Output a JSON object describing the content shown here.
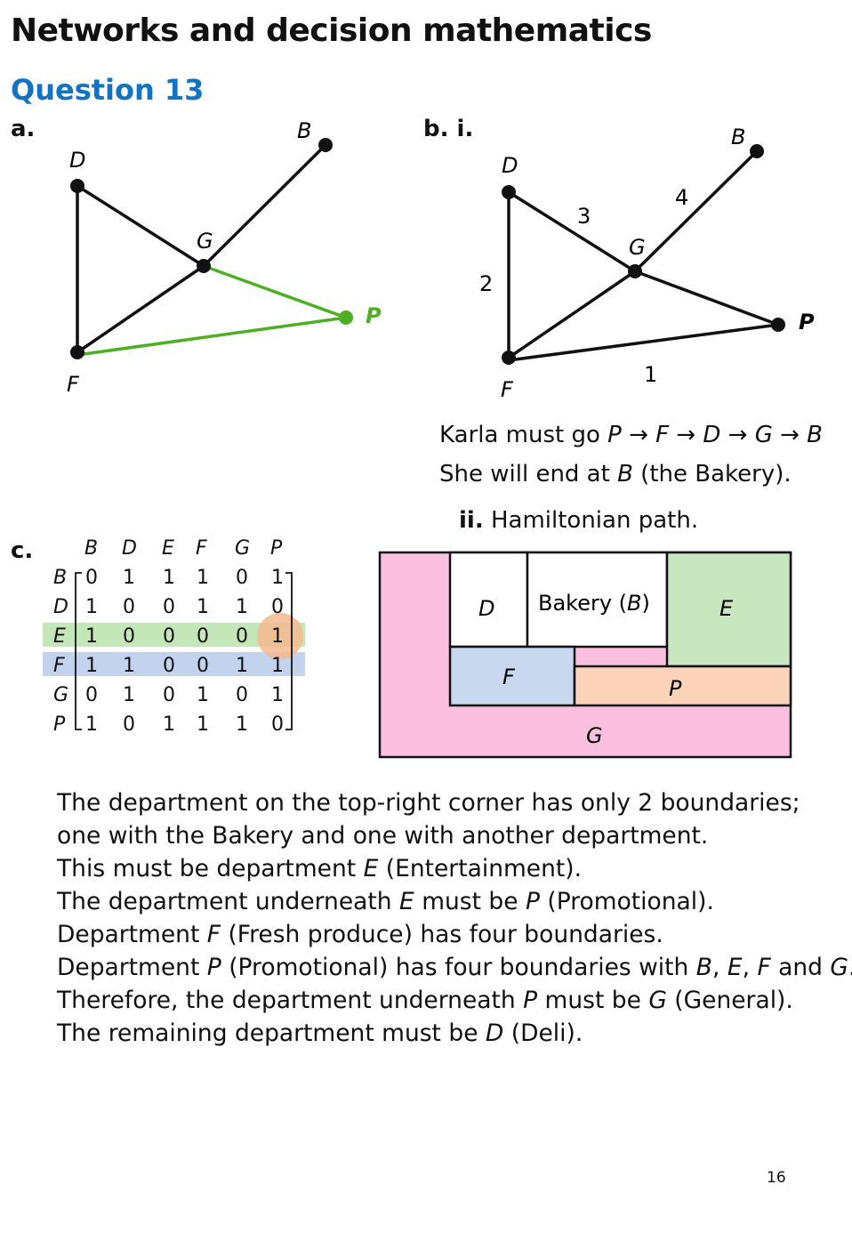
{
  "page_title": "Networks and decision mathematics",
  "question_title": "Question 13",
  "parts": {
    "a": "a.",
    "b": "b. i.",
    "c": "c.",
    "ii": "ii."
  },
  "graph_a": {
    "vertices": {
      "B": "B",
      "D": "D",
      "G": "G",
      "P": "P",
      "F": "F"
    },
    "colors": {
      "edge": "#111111",
      "highlight": "#4caf24",
      "vertex": "#111111"
    }
  },
  "graph_b": {
    "vertices": {
      "B": "B",
      "D": "D",
      "G": "G",
      "P": "P",
      "F": "F"
    },
    "weights": {
      "DG": "3",
      "GB": "4",
      "DF": "2",
      "FP": "1"
    }
  },
  "route": {
    "prefix": "Karla must go ",
    "path": "P → F → D → G → B",
    "line2_before": "She will end at ",
    "line2_vertex": "B",
    "line2_after": " (the Bakery)."
  },
  "part_ii_text": "Hamiltonian path.",
  "matrix": {
    "col_labels": [
      "B",
      "D",
      "E",
      "F",
      "G",
      "P"
    ],
    "row_labels": [
      "B",
      "D",
      "E",
      "F",
      "G",
      "P"
    ],
    "rows": [
      [
        "0",
        "1",
        "1",
        "1",
        "0",
        "1"
      ],
      [
        "1",
        "0",
        "0",
        "1",
        "1",
        "0"
      ],
      [
        "1",
        "0",
        "0",
        "0",
        "0",
        "1"
      ],
      [
        "1",
        "1",
        "0",
        "0",
        "1",
        "1"
      ],
      [
        "0",
        "1",
        "0",
        "1",
        "0",
        "1"
      ],
      [
        "1",
        "0",
        "1",
        "1",
        "1",
        "0"
      ]
    ],
    "highlight_colors": {
      "E_row": "#c5e6b8",
      "F_row": "#c3d3ee",
      "circle": "#f4b98f"
    }
  },
  "floor_plan": {
    "regions": {
      "D": "D",
      "Bakery": "Bakery (B)",
      "Bakery_before": "Bakery (",
      "Bakery_vertex": "B",
      "Bakery_after": ")",
      "E": "E",
      "F": "F",
      "P": "P",
      "G": "G"
    },
    "colors": {
      "G": "#fbc0df",
      "E": "#c8e6bf",
      "F": "#c9d8ef",
      "P": "#fbd3b8",
      "D": "#ffffff",
      "Bakery": "#ffffff"
    }
  },
  "explanation": [
    {
      "parts": [
        "The department on the top-right corner has only 2 boundaries;"
      ]
    },
    {
      "parts": [
        "one with the Bakery and one with another department."
      ]
    },
    {
      "parts": [
        "This must be department ",
        "E",
        " (Entertainment)."
      ]
    },
    {
      "parts": [
        "The department underneath ",
        "E",
        " must be ",
        "P",
        " (Promotional)."
      ]
    },
    {
      "parts": [
        "Department ",
        "F",
        " (Fresh produce) has four boundaries."
      ]
    },
    {
      "parts": [
        "Department ",
        "P",
        " (Promotional) has four boundaries with ",
        "B",
        ", ",
        "E",
        ", ",
        "F",
        " and ",
        "G",
        "."
      ]
    },
    {
      "parts": [
        "Therefore, the department underneath ",
        "P",
        " must be ",
        "G",
        " (General)."
      ]
    },
    {
      "parts": [
        "The remaining department must be ",
        "D",
        " (Deli)."
      ]
    }
  ],
  "page_number": "16"
}
